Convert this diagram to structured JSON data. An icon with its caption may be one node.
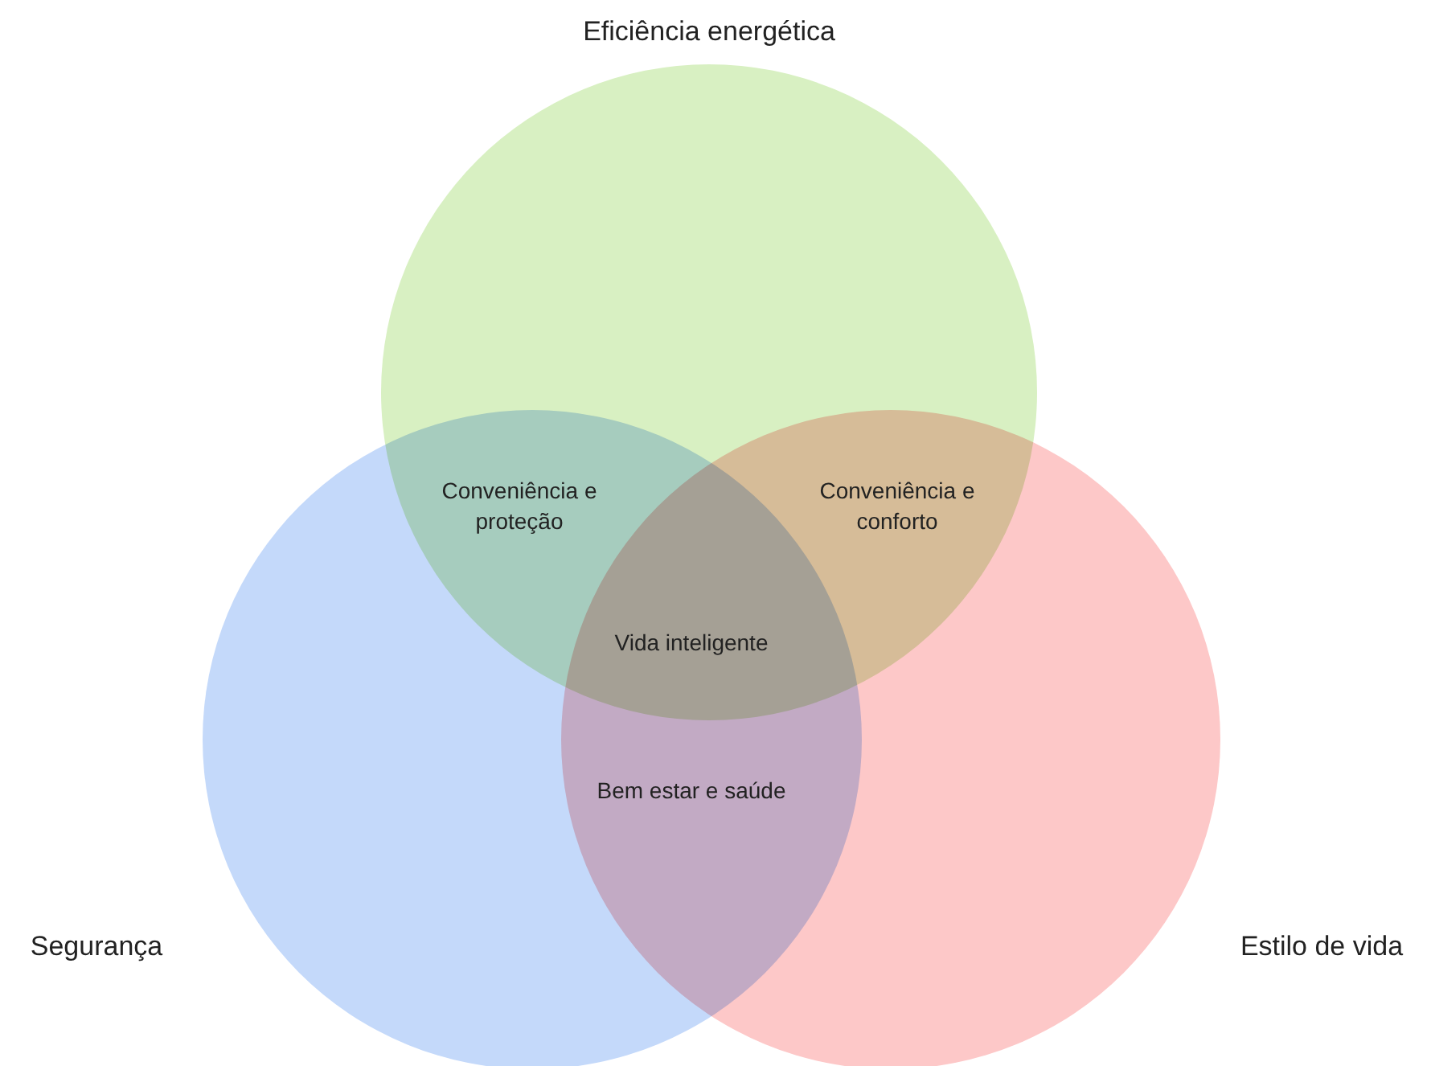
{
  "diagram": {
    "nodes": [
      {
        "text": [
          "Eficiência energética"
        ]
      },
      {
        "text": [
          "Segurança"
        ]
      },
      {
        "text": [
          "Estilo de vida"
        ]
      }
    ],
    "labels": [
      "Conveniência e proteção",
      "Conveniência e conforto",
      "Vida inteligente",
      "Bem estar e saúde"
    ]
  }
}
